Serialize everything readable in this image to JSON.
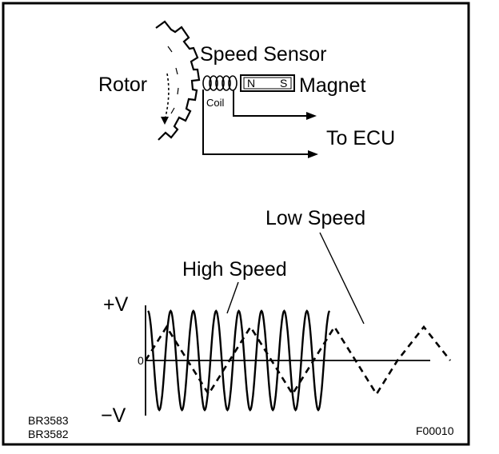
{
  "labels": {
    "speed_sensor": "Speed Sensor",
    "rotor": "Rotor",
    "magnet": "Magnet",
    "coil": "Coil",
    "magnet_n": "N",
    "magnet_s": "S",
    "to_ecu": "To ECU",
    "low_speed": "Low Speed",
    "high_speed": "High Speed",
    "plus_v": "+V",
    "minus_v": "−V",
    "zero": "0",
    "code_1": "BR3583",
    "code_2": "BR3582",
    "figure_code": "F00010"
  },
  "icons": {
    "rotor": "gear-teeth-icon",
    "coil": "coil-icon",
    "magnet": "bar-magnet-icon"
  },
  "colors": {
    "ink": "#000000",
    "paper": "#ffffff"
  },
  "waveforms": {
    "high_speed": {
      "cycles": 8,
      "style": "solid"
    },
    "low_speed": {
      "cycles": 3,
      "style": "dashed"
    }
  }
}
